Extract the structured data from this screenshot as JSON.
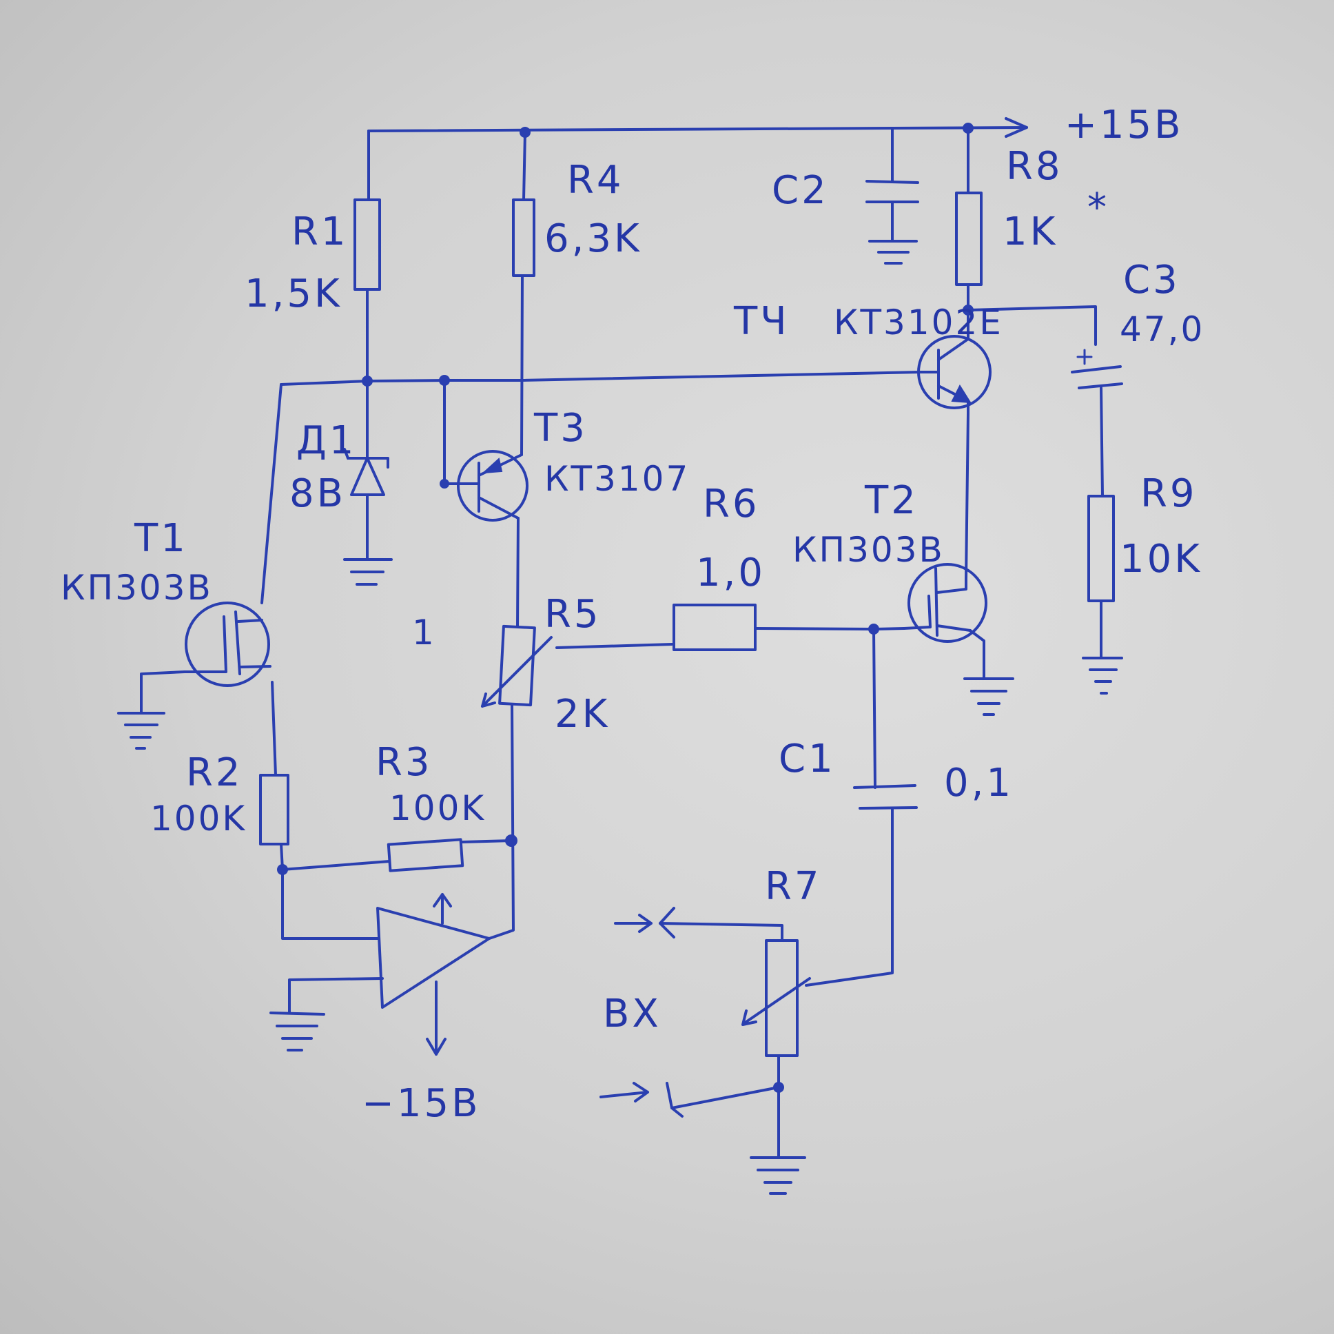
{
  "supply": {
    "positive": "+15В",
    "negative": "−15В"
  },
  "input_label": "ВХ",
  "node_mark": "1",
  "components": {
    "R1": {
      "ref": "R1",
      "value": "1,5K"
    },
    "R2": {
      "ref": "R2",
      "value": "100K"
    },
    "R3": {
      "ref": "R3",
      "value": "100K"
    },
    "R4": {
      "ref": "R4",
      "value": "6,3K"
    },
    "R5": {
      "ref": "R5",
      "value": "2K"
    },
    "R6": {
      "ref": "R6",
      "value": "1,0"
    },
    "R7": {
      "ref": "R7"
    },
    "R8": {
      "ref": "R8",
      "value": "1K",
      "mark": "*"
    },
    "R9": {
      "ref": "R9",
      "value": "10K"
    },
    "C1": {
      "ref": "C1",
      "value": "0,1"
    },
    "C2": {
      "ref": "C2"
    },
    "C3": {
      "ref": "C3",
      "value": "47,0"
    },
    "D1": {
      "ref": "Д1",
      "value": "8В"
    },
    "T1": {
      "ref": "T1",
      "part": "КП303В"
    },
    "T2": {
      "ref": "T2",
      "part": "КП303В"
    },
    "T3": {
      "ref": "T3",
      "part": "КТ3107"
    },
    "T4": {
      "ref": "TЧ",
      "part": "КТ3102Е"
    }
  },
  "colors": {
    "ink": "#2a3fb0",
    "paper": "#d4d4d4"
  }
}
